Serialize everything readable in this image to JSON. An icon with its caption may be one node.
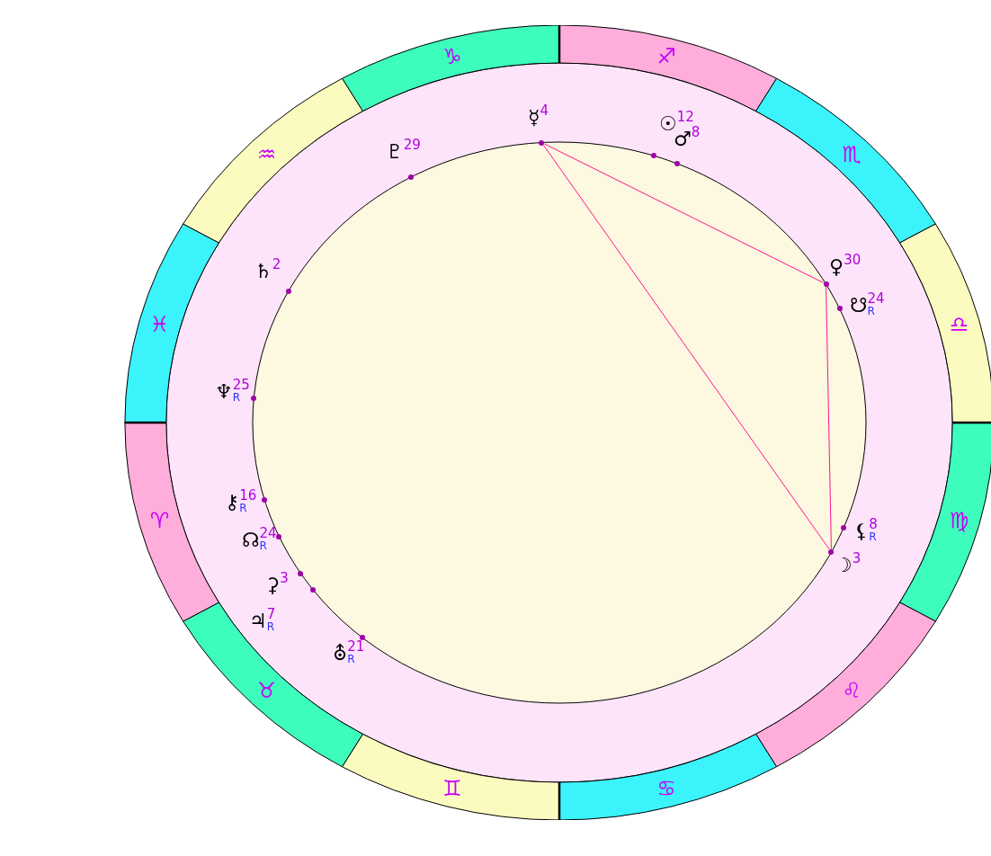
{
  "diagram": {
    "nodes": [
      {
        "text": [
          "♑"
        ]
      },
      {
        "text": [
          "♐"
        ]
      },
      {
        "text": [
          "♏"
        ]
      },
      {
        "text": [
          "♎"
        ]
      },
      {
        "text": [
          "♍"
        ]
      },
      {
        "text": [
          "♌"
        ]
      },
      {
        "text": [
          "♋"
        ]
      },
      {
        "text": [
          "♊"
        ]
      },
      {
        "text": [
          "♉"
        ]
      },
      {
        "text": [
          "♈"
        ]
      },
      {
        "text": [
          "♓"
        ]
      },
      {
        "text": [
          "♒"
        ]
      },
      {
        "text": [],
        "shape": "circle"
      },
      {
        "text": [],
        "shape": "circle"
      },
      {
        "text": [],
        "shape": "circle"
      },
      {
        "text": [],
        "shape": "circle"
      },
      {
        "text": [],
        "shape": "circle"
      },
      {
        "text": [],
        "shape": "circle"
      },
      {
        "text": [],
        "shape": "circle"
      },
      {
        "text": [],
        "shape": "circle"
      },
      {
        "text": [],
        "shape": "circle"
      },
      {
        "text": [],
        "shape": "circle"
      },
      {
        "text": [],
        "shape": "circle"
      },
      {
        "text": [],
        "shape": "circle"
      },
      {
        "text": [],
        "shape": "circle"
      },
      {
        "text": [],
        "shape": "circle"
      },
      {
        "text": [],
        "shape": "circle"
      }
    ],
    "edges": [
      {
        "from": 13,
        "to": 16,
        "arrow": "none"
      },
      {
        "from": 16,
        "to": 19,
        "arrow": "none"
      },
      {
        "from": 19,
        "to": 13,
        "arrow": "none"
      }
    ],
    "labels": [
      "☿$^{4}$",
      "☉$^{12}$",
      "♂$^{8}$",
      "♇$^{29}$",
      "♀$^{30}$",
      "♄$^{2}$",
      "☋$^{24}$$_{R}$",
      "♆$^{25}$$_{R}$",
      "⚷$^{16}$$_{R}$",
      "⚸$^{8}$$_{R}$",
      "☊$^{24}$$_{R}$",
      "☽$^{3}$",
      "⚳$^{3}$",
      "♃$^{7}$$_{R}$",
      "⛢$^{21}$$_{R}$"
    ]
  }
}
